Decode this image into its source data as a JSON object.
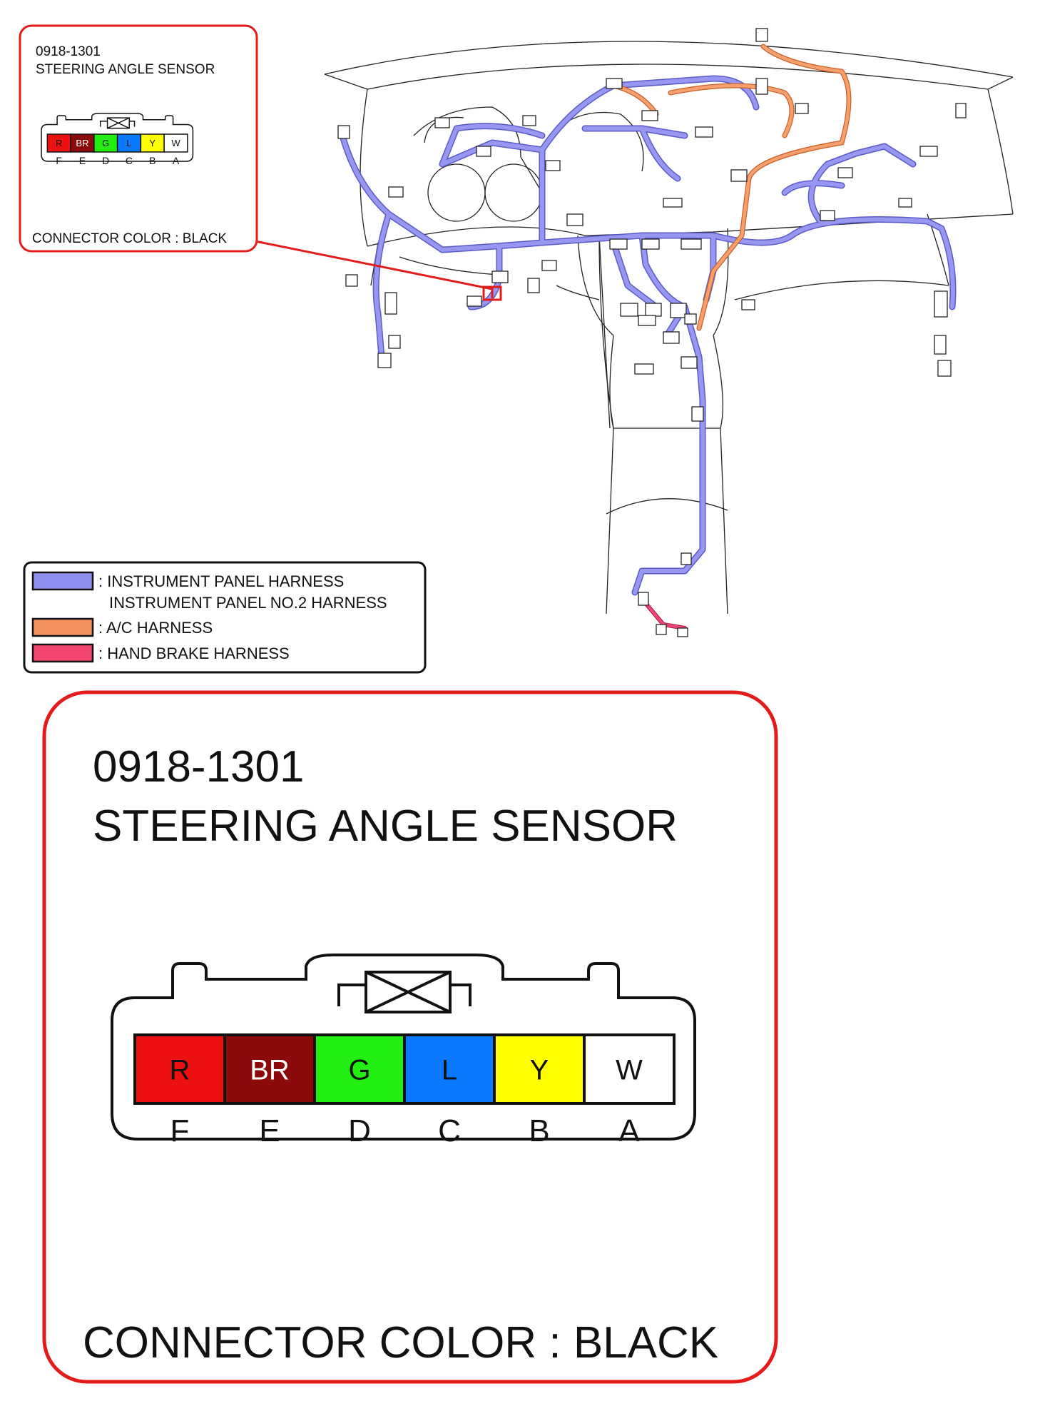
{
  "connector": {
    "part_number": "0918-1301",
    "name": "STEERING ANGLE SENSOR",
    "color_note": "CONNECTOR COLOR : BLACK",
    "pins": [
      {
        "code": "R",
        "color": "#ee1111",
        "text_color": "#111111",
        "letter": "F"
      },
      {
        "code": "BR",
        "color": "#8b0a0a",
        "text_color": "#ffffff",
        "letter": "E"
      },
      {
        "code": "G",
        "color": "#22ee11",
        "text_color": "#111111",
        "letter": "D"
      },
      {
        "code": "L",
        "color": "#0a78ff",
        "text_color": "#111111",
        "letter": "C"
      },
      {
        "code": "Y",
        "color": "#ffff00",
        "text_color": "#111111",
        "letter": "B"
      },
      {
        "code": "W",
        "color": "#ffffff",
        "text_color": "#111111",
        "letter": "A"
      }
    ]
  },
  "legend": [
    {
      "color": "#8f8ff0",
      "lines": [
        ": INSTRUMENT PANEL HARNESS",
        "INSTRUMENT PANEL NO.2 HARNESS"
      ]
    },
    {
      "color": "#f5935e",
      "lines": [
        ": A/C HARNESS"
      ]
    },
    {
      "color": "#f2466e",
      "lines": [
        ": HAND BRAKE HARNESS"
      ]
    }
  ],
  "colors": {
    "callout_border": "#e41b1b",
    "leader_line": "#e41b1b",
    "instrument_panel_harness": "#8f8ff0",
    "ac_harness": "#f5935e",
    "hand_brake_harness": "#e8336b"
  }
}
